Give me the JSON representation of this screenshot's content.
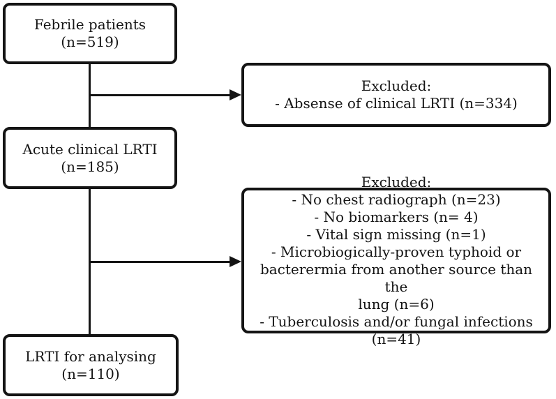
{
  "diagram": {
    "type": "flowchart",
    "colors": {
      "background": "#ffffff",
      "line": "#141414",
      "text": "#141414"
    },
    "boxes": {
      "febrile": {
        "label": "Febrile patients (n=519)"
      },
      "acute": {
        "line1": "Acute clinical LRTI",
        "line2": "(n=185)"
      },
      "analysing": {
        "line1": "LRTI for analysing",
        "line2": "(n=110)"
      },
      "excluded1": {
        "title": "Excluded:",
        "lines": [
          "- Absense of clinical LRTI (n=334)"
        ]
      },
      "excluded2": {
        "title": "Excluded:",
        "lines": [
          "- No chest radiograph (n=23)",
          "- No biomarkers (n= 4)",
          "- Vital sign missing (n=1)",
          "- Microbiogically-proven typhoid or",
          "bacterermia from another source than the",
          "lung (n=6)",
          "- Tuberculosis and/or fungal infections (n=41)"
        ]
      }
    }
  }
}
